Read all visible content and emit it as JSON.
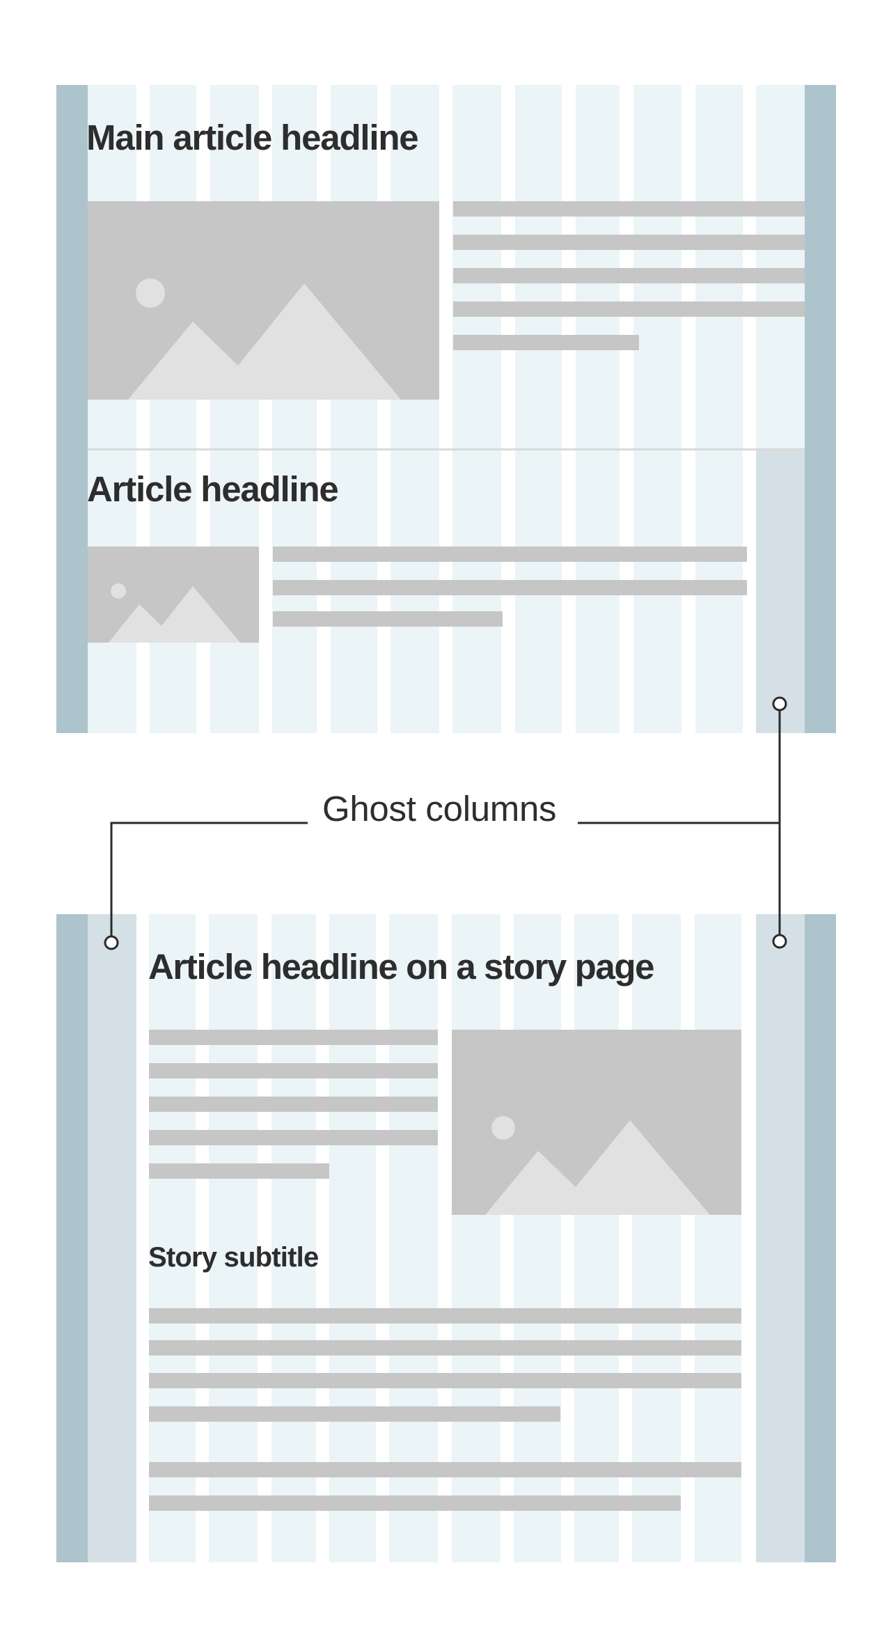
{
  "diagram": {
    "top_example": {
      "main_headline": "Main article headline",
      "secondary_headline": "Article headline"
    },
    "annotation": {
      "label": "Ghost columns"
    },
    "bottom_example": {
      "story_headline": "Article headline on a story page",
      "story_subtitle": "Story subtitle"
    },
    "grid": {
      "columns": 12,
      "ghost_columns_top_example": 1,
      "ghost_columns_bottom_example": 2
    },
    "colors": {
      "margin_stripe": "#adc4cc",
      "ghost_column": "#d4e0e5",
      "grid_column": "#ebf4f6",
      "placeholder_block": "#c6c6c6",
      "placeholder_icon": "#e1e1e1",
      "text": "#2d2d2d",
      "connector": "#2a2a2a"
    },
    "icons": {
      "image_placeholder": "image-placeholder-icon",
      "connector_endpoint": "circle-marker-icon"
    }
  }
}
